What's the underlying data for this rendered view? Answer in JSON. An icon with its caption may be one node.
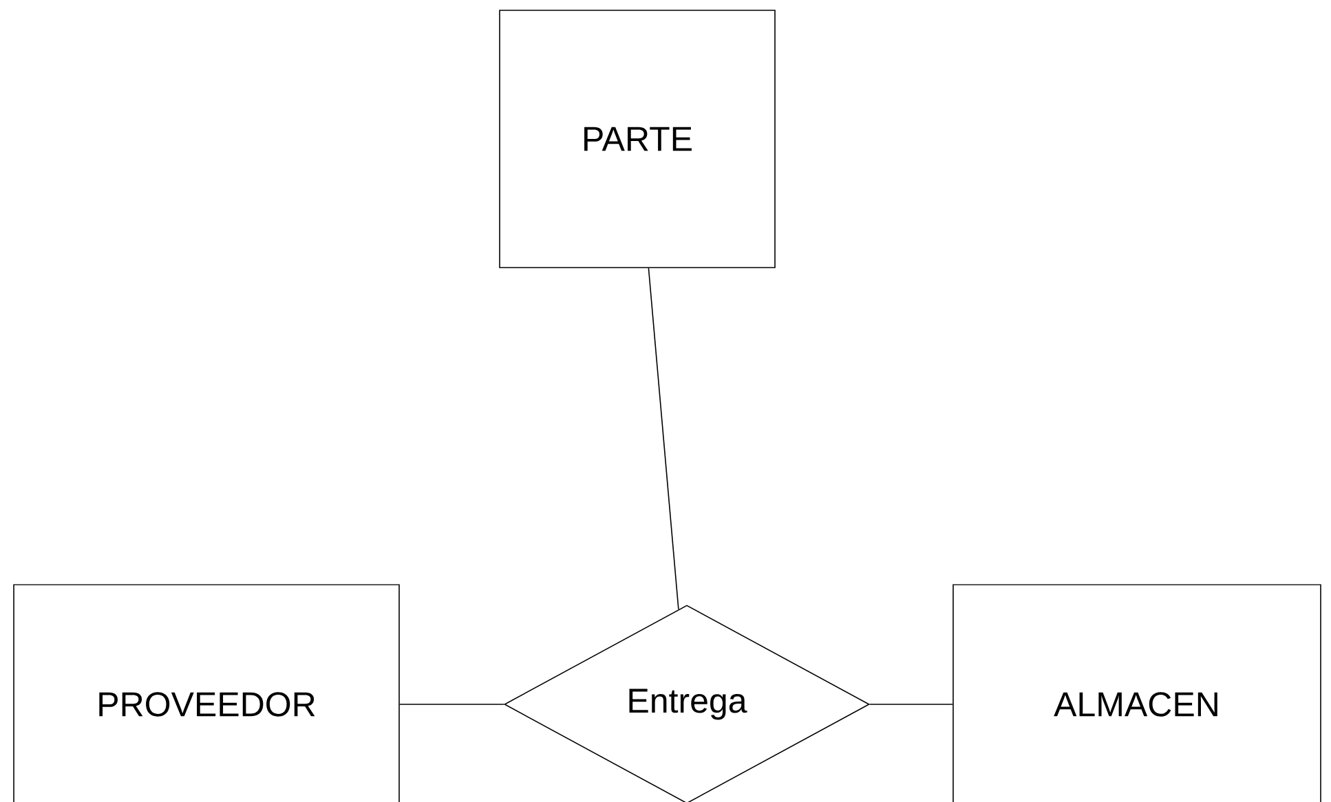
{
  "diagram": {
    "nodes": [
      {
        "text": [
          "PARTE"
        ]
      },
      {
        "text": [
          "PROVEEDOR"
        ]
      },
      {
        "text": [
          "Entrega"
        ]
      },
      {
        "text": [
          "ALMACEN"
        ]
      }
    ],
    "edges": [
      {
        "from": 0,
        "to": 2,
        "arrow": "none"
      },
      {
        "from": 1,
        "to": 2,
        "arrow": "none"
      },
      {
        "from": 2,
        "to": 3,
        "arrow": "none"
      }
    ]
  }
}
